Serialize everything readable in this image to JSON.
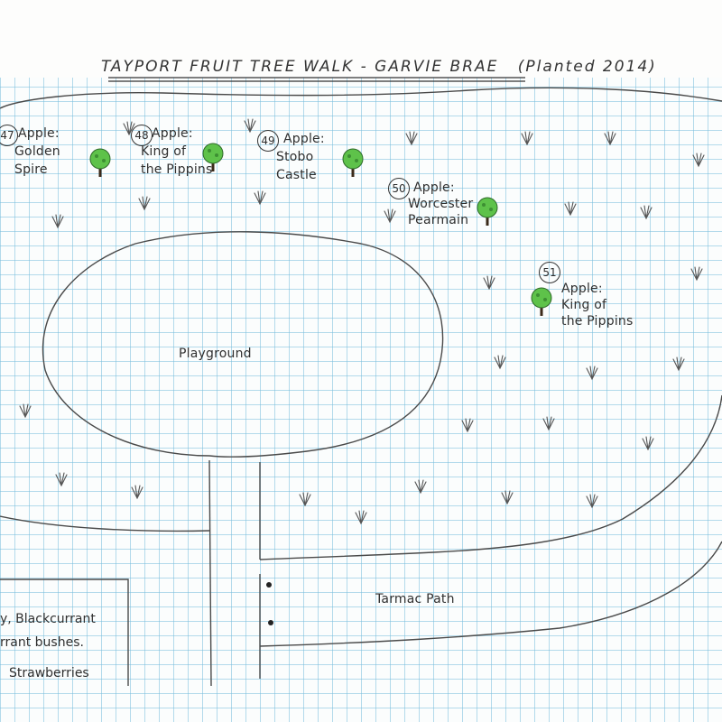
{
  "title": "TAYPORT FRUIT TREE WALK - GARVIE BRAE",
  "subtitle": "(Planted 2014)",
  "areas": {
    "playground": "Playground",
    "path": "Tarmac Path"
  },
  "trees": [
    {
      "number": "47",
      "label": "Apple:",
      "name_line1": "Golden",
      "name_line2": "Spire"
    },
    {
      "number": "48",
      "label": "Apple:",
      "name_line1": "King of",
      "name_line2": "the Pippins"
    },
    {
      "number": "49",
      "label": "Apple:",
      "name_line1": "Stobo",
      "name_line2": "Castle"
    },
    {
      "number": "50",
      "label": "Apple:",
      "name_line1": "Worcester",
      "name_line2": "Pearmain"
    },
    {
      "number": "51",
      "label": "Apple:",
      "name_line1": "King of",
      "name_line2": "the Pippins"
    }
  ],
  "legend": {
    "line1": "y, Blackcurrant",
    "line2": "rrant bushes.",
    "line3": "Strawberries"
  },
  "colors": {
    "grid": "#78bedc",
    "ink": "#333333",
    "tree_foliage": "#5ec24a",
    "tree_trunk": "#3b2a1a"
  }
}
